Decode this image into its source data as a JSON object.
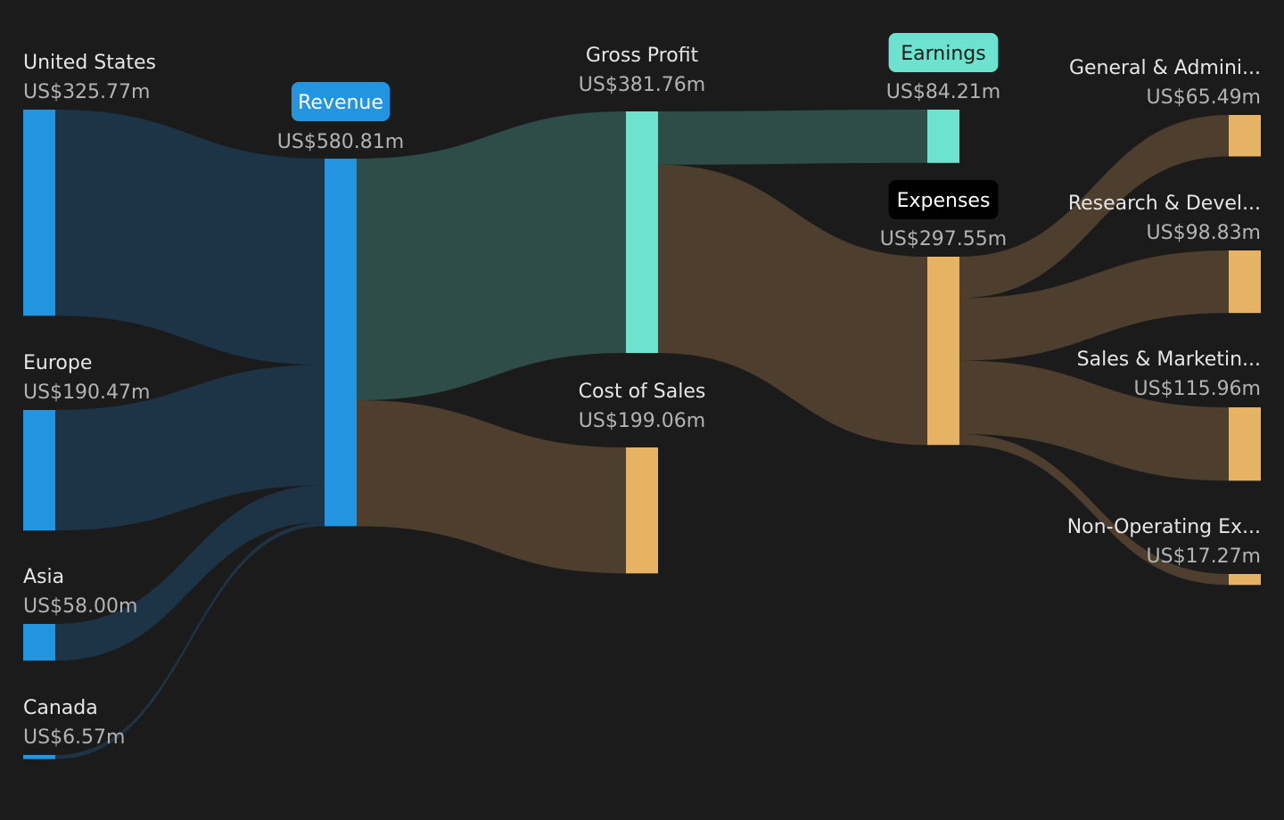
{
  "colors": {
    "background": "#1b1b1b",
    "revenue_node": "#2394e0",
    "revenue_link": "#1d3447",
    "profit_node": "#6de3cf",
    "profit_link": "#2e4c48",
    "expense_node": "#e6b264",
    "expense_link": "#4d3e2d",
    "name_text": "#e6e6e6",
    "value_text": "#b3b3b3",
    "badge_dark": "#000000"
  },
  "chart_data": {
    "type": "sankey",
    "title": "",
    "nodes": [
      {
        "id": "us",
        "name": "United States",
        "value_label": "US$325.77m",
        "value": 325.77,
        "column": 0,
        "category": "revenue",
        "label_style": "plain"
      },
      {
        "id": "europe",
        "name": "Europe",
        "value_label": "US$190.47m",
        "value": 190.47,
        "column": 0,
        "category": "revenue",
        "label_style": "plain"
      },
      {
        "id": "asia",
        "name": "Asia",
        "value_label": "US$58.00m",
        "value": 58.0,
        "column": 0,
        "category": "revenue",
        "label_style": "plain"
      },
      {
        "id": "canada",
        "name": "Canada",
        "value_label": "US$6.57m",
        "value": 6.57,
        "column": 0,
        "category": "revenue",
        "label_style": "plain"
      },
      {
        "id": "revenue",
        "name": "Revenue",
        "value_label": "US$580.81m",
        "value": 580.81,
        "column": 1,
        "category": "revenue",
        "label_style": "badge"
      },
      {
        "id": "gross_profit",
        "name": "Gross Profit",
        "value_label": "US$381.76m",
        "value": 381.76,
        "column": 2,
        "category": "profit",
        "label_style": "plain"
      },
      {
        "id": "cost_of_sales",
        "name": "Cost of Sales",
        "value_label": "US$199.06m",
        "value": 199.06,
        "column": 2,
        "category": "expense",
        "label_style": "plain"
      },
      {
        "id": "earnings",
        "name": "Earnings",
        "value_label": "US$84.21m",
        "value": 84.21,
        "column": 3,
        "category": "profit",
        "label_style": "badge"
      },
      {
        "id": "expenses",
        "name": "Expenses",
        "value_label": "US$297.55m",
        "value": 297.55,
        "column": 3,
        "category": "expense",
        "label_style": "badge-dark"
      },
      {
        "id": "gna",
        "name": "General & Admini...",
        "value_label": "US$65.49m",
        "value": 65.49,
        "column": 4,
        "category": "expense",
        "label_style": "plain"
      },
      {
        "id": "rnd",
        "name": "Research & Devel...",
        "value_label": "US$98.83m",
        "value": 98.83,
        "column": 4,
        "category": "expense",
        "label_style": "plain"
      },
      {
        "id": "snm",
        "name": "Sales & Marketin...",
        "value_label": "US$115.96m",
        "value": 115.96,
        "column": 4,
        "category": "expense",
        "label_style": "plain"
      },
      {
        "id": "nonop",
        "name": "Non-Operating Ex...",
        "value_label": "US$17.27m",
        "value": 17.27,
        "column": 4,
        "category": "expense",
        "label_style": "plain"
      }
    ],
    "links": [
      {
        "source": "us",
        "target": "revenue",
        "value": 325.77
      },
      {
        "source": "europe",
        "target": "revenue",
        "value": 190.47
      },
      {
        "source": "asia",
        "target": "revenue",
        "value": 58.0
      },
      {
        "source": "canada",
        "target": "revenue",
        "value": 6.57
      },
      {
        "source": "revenue",
        "target": "gross_profit",
        "value": 381.76
      },
      {
        "source": "revenue",
        "target": "cost_of_sales",
        "value": 199.06
      },
      {
        "source": "gross_profit",
        "target": "earnings",
        "value": 84.21
      },
      {
        "source": "gross_profit",
        "target": "expenses",
        "value": 297.55
      },
      {
        "source": "expenses",
        "target": "gna",
        "value": 65.49
      },
      {
        "source": "expenses",
        "target": "rnd",
        "value": 98.83
      },
      {
        "source": "expenses",
        "target": "snm",
        "value": 115.96
      },
      {
        "source": "expenses",
        "target": "nonop",
        "value": 17.27
      }
    ]
  }
}
